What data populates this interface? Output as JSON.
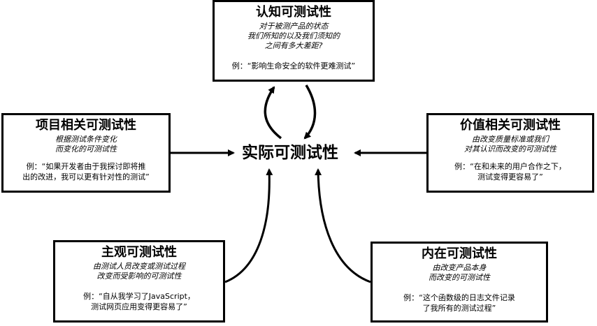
{
  "center": {
    "title": "实际可测试性"
  },
  "boxes": {
    "epistemic": {
      "title": "认知可测试性",
      "desc": [
        "对于被测产品的状态",
        "我们所知的以及我们须知的",
        "之间有多大差距?"
      ],
      "example": [
        "例：“影响生命安全的软件更难测试”"
      ]
    },
    "project": {
      "title": "项目相关可测试性",
      "desc": [
        "根据测试条件变化",
        "而变化的可测试性"
      ],
      "example": [
        "例：“如果开发者由于我探讨即将推",
        "出的改进，我可以更有针对性的测试”"
      ]
    },
    "value": {
      "title": "价值相关可测试性",
      "desc": [
        "由改变质量标准或我们",
        "对其认识而改变的可测试性"
      ],
      "example": [
        "例：“在和未来的用户合作之下，",
        "测试变得更容易了”"
      ]
    },
    "subjective": {
      "title": "主观可测试性",
      "desc": [
        "由测试人员改变或测试过程",
        "改变而受影响的可测试性"
      ],
      "example": [
        "例：“自从我学习了JavaScript，",
        "测试网页应用变得更容易了”"
      ]
    },
    "intrinsic": {
      "title": "内在可测试性",
      "desc": [
        "由改变产品本身",
        "而改变的可测试性"
      ],
      "example": [
        "例：“这个函数级的日志文件记录",
        "了我所有的测试过程”"
      ]
    }
  }
}
